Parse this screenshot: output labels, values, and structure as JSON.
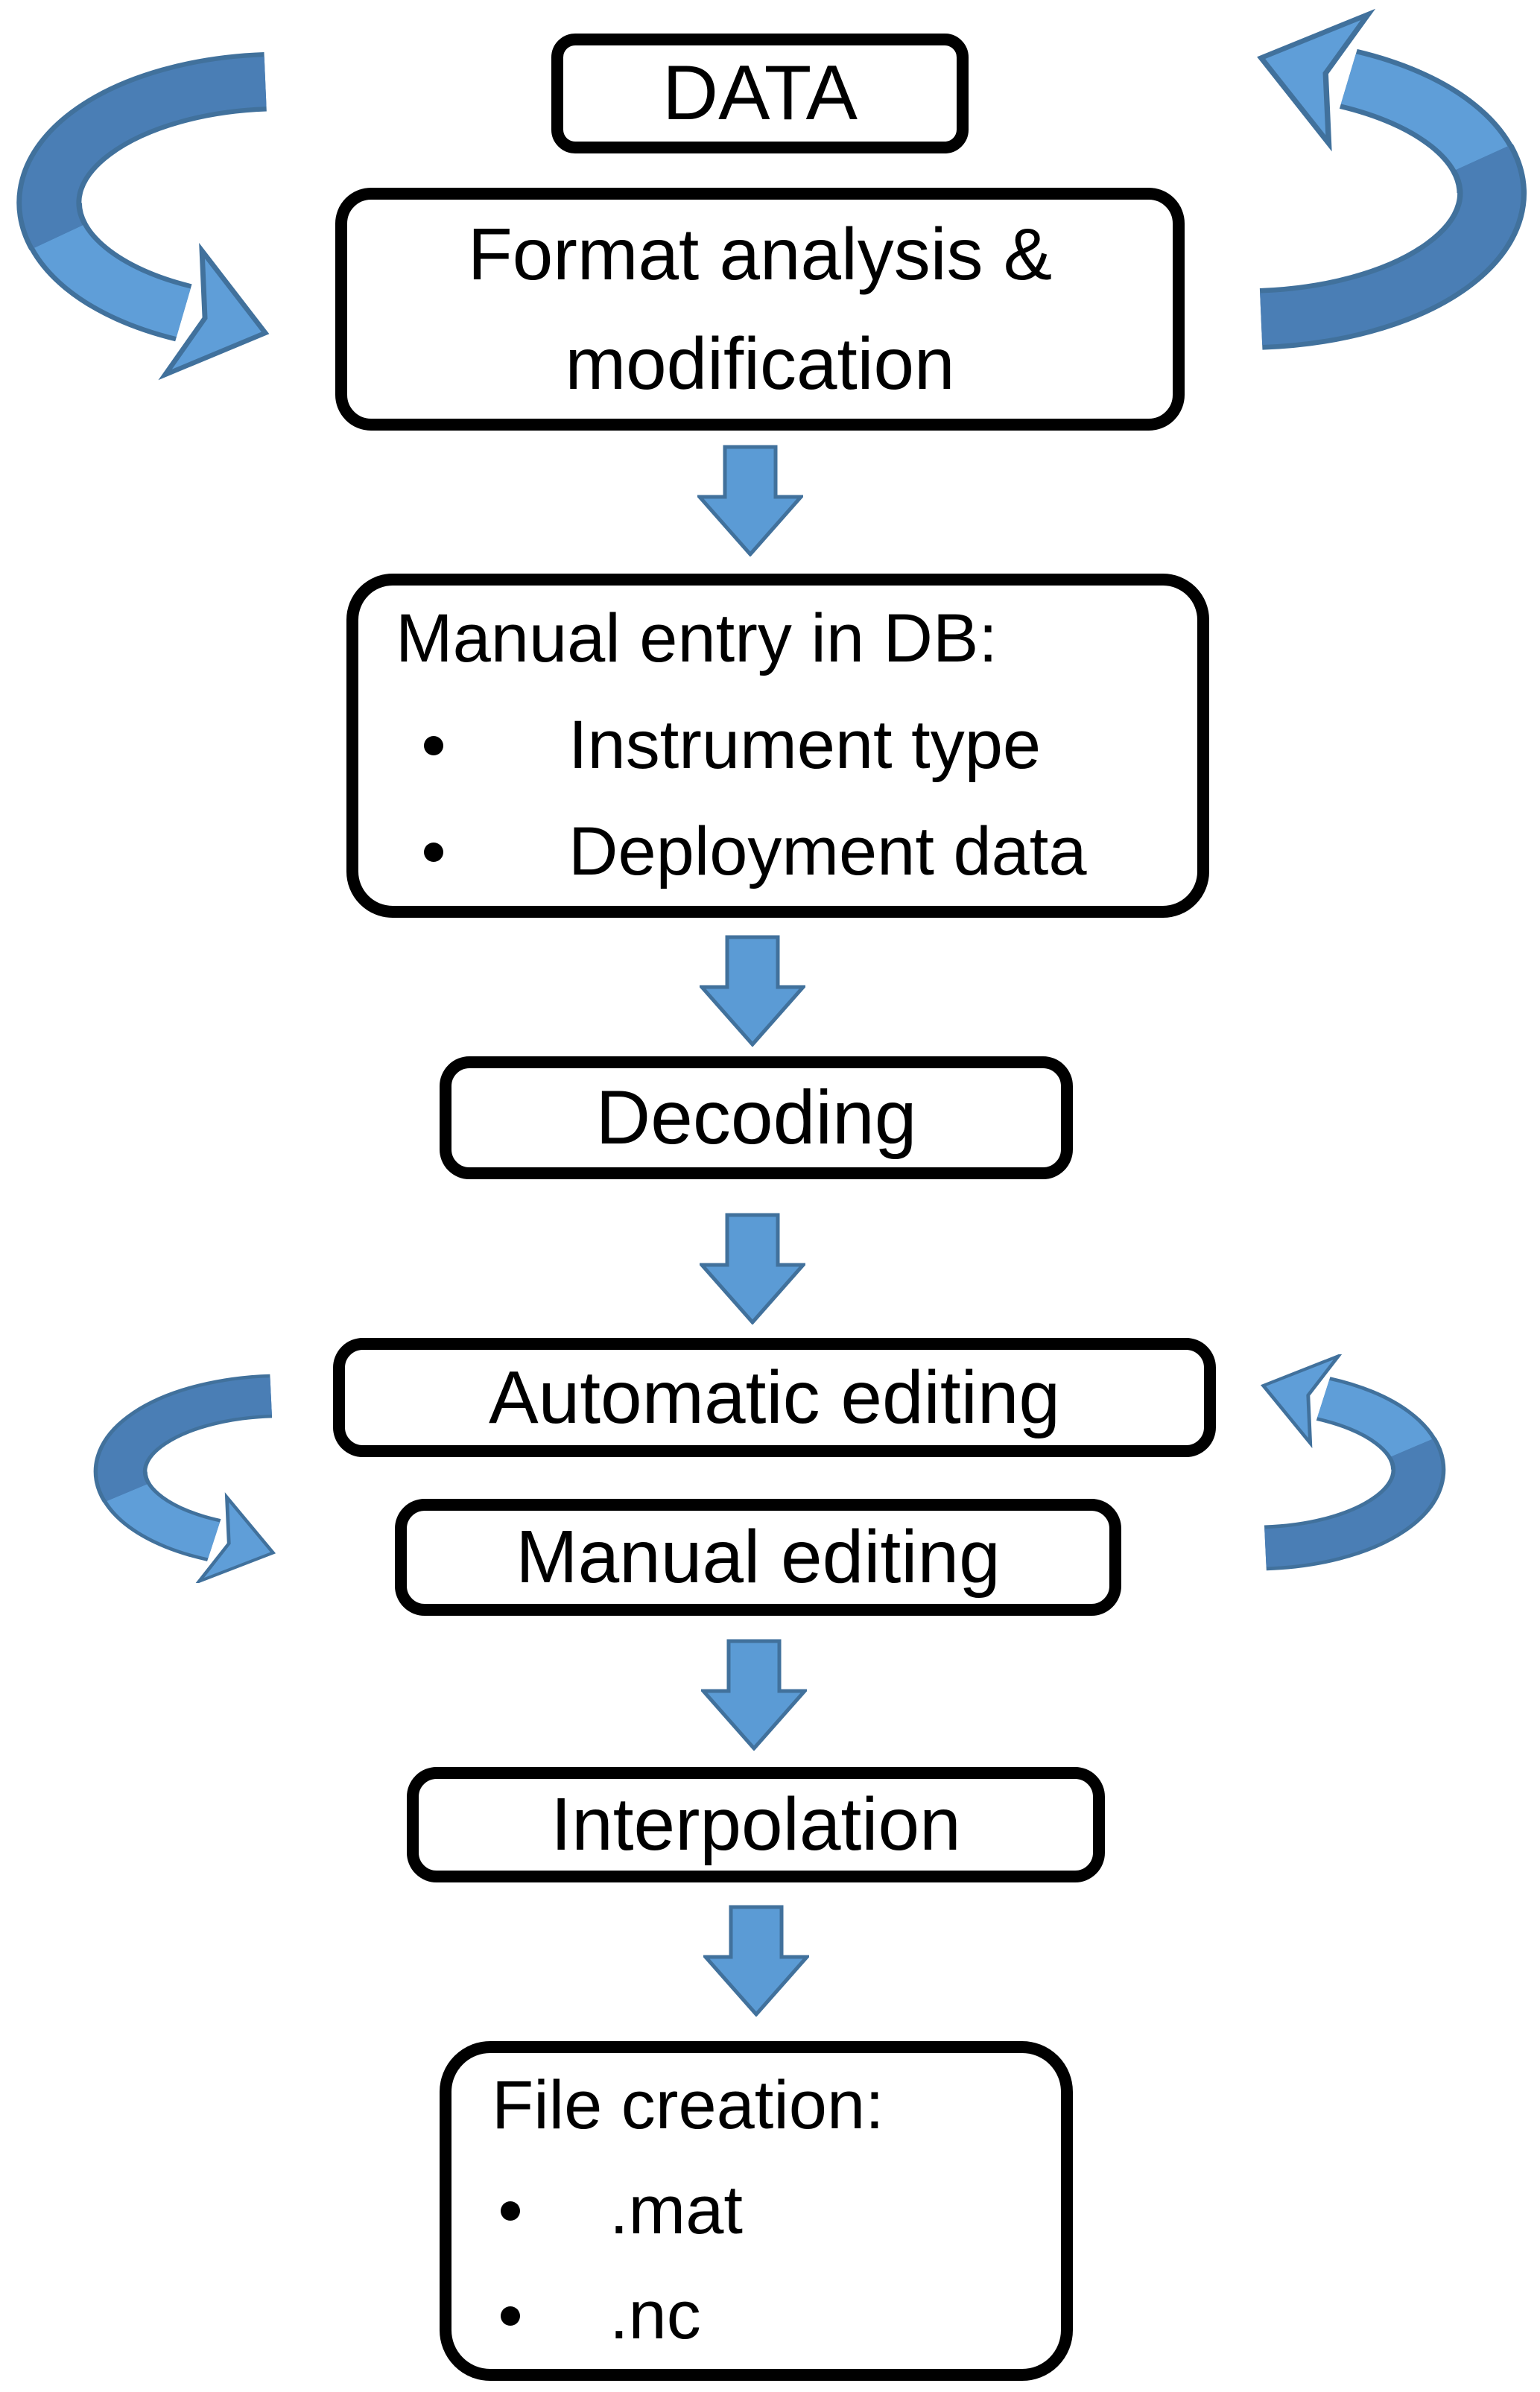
{
  "figure": {
    "type": "flowchart",
    "background": "#ffffff"
  },
  "boxes": {
    "data": {
      "label": "DATA"
    },
    "format": {
      "lines": [
        "Format analysis &",
        "modification"
      ]
    },
    "manual_entry": {
      "title": "Manual entry in DB:",
      "bullets": [
        "Instrument type",
        "Deployment data"
      ]
    },
    "decoding": {
      "label": "Decoding"
    },
    "automatic_editing": {
      "label": "Automatic editing"
    },
    "manual_editing": {
      "label": "Manual editing"
    },
    "interpolation": {
      "label": "Interpolation"
    },
    "file_creation": {
      "title": "File creation:",
      "bullets": [
        ".mat",
        ".nc"
      ]
    }
  },
  "colors": {
    "box_border": "#000000",
    "text": "#000000",
    "down_arrow_fill": "#5b9bd5",
    "loop_ribbon_light": "#5f9ed8",
    "loop_ribbon_dark": "#4a7eb5",
    "arrow_outline": "#41719c",
    "background": "#ffffff"
  }
}
